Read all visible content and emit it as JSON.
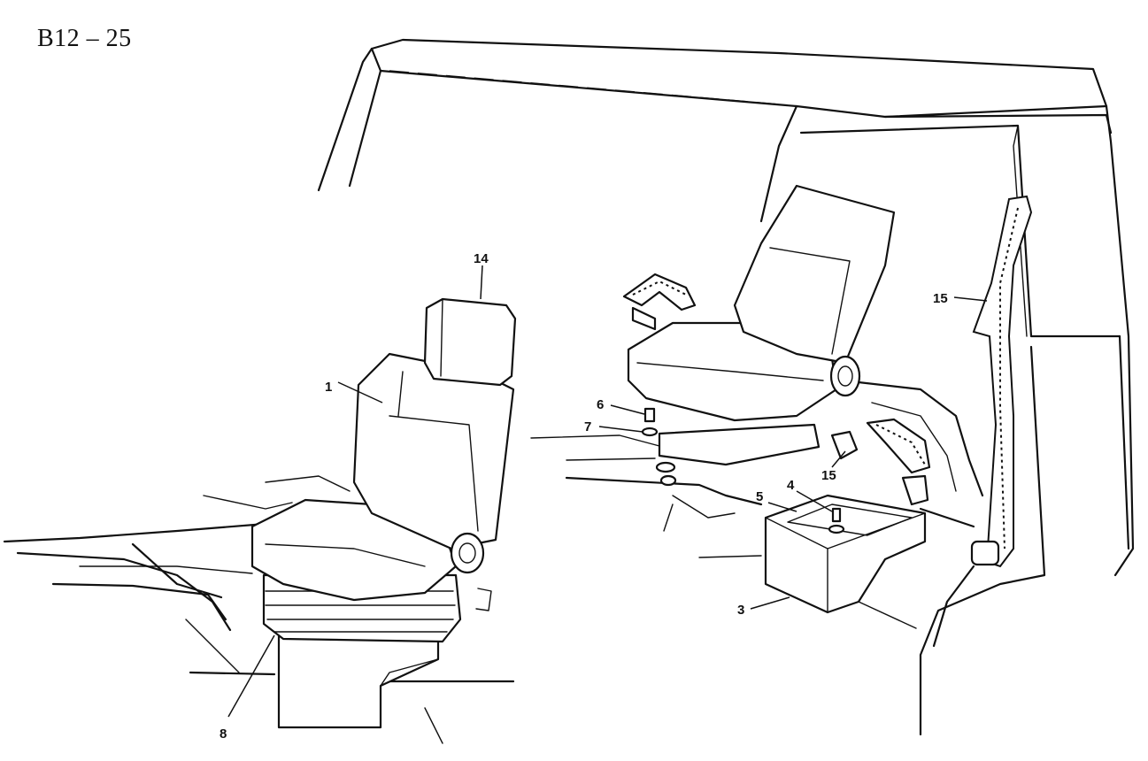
{
  "figure": {
    "reference": "B12 – 25"
  },
  "callouts": [
    {
      "id": "c1",
      "label": "1"
    },
    {
      "id": "c14",
      "label": "14"
    },
    {
      "id": "c8",
      "label": "8"
    },
    {
      "id": "c6",
      "label": "6"
    },
    {
      "id": "c7",
      "label": "7"
    },
    {
      "id": "c15a",
      "label": "15"
    },
    {
      "id": "c15b",
      "label": "15"
    },
    {
      "id": "c5",
      "label": "5"
    },
    {
      "id": "c4",
      "label": "4"
    },
    {
      "id": "c3",
      "label": "3"
    }
  ]
}
